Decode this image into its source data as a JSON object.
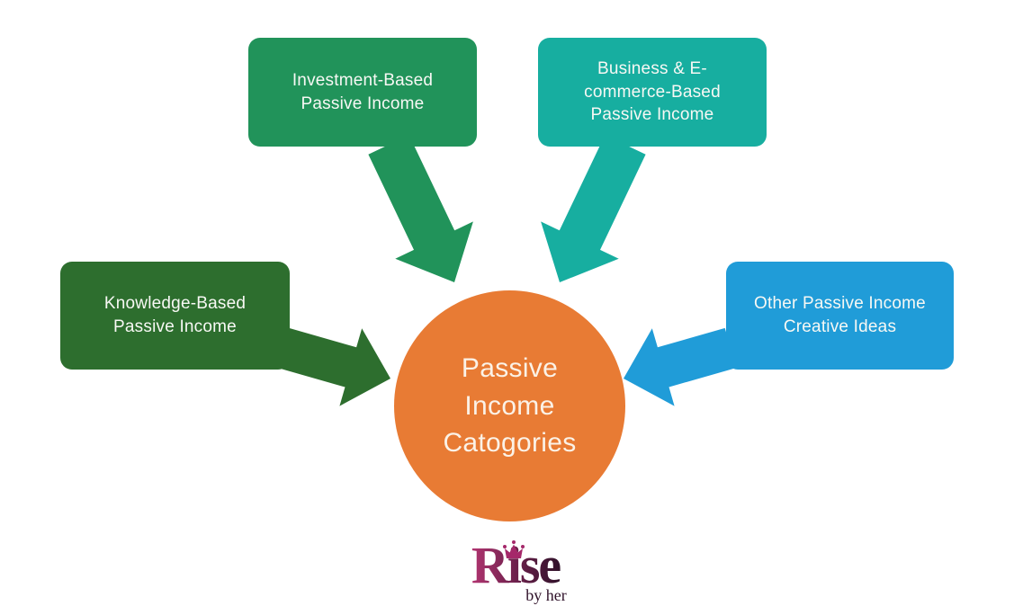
{
  "page": {
    "background": "#FFFFFF"
  },
  "center": {
    "label": "Passive Income Catogories",
    "color": "#E87B34",
    "text_color": "#FBF2E7"
  },
  "node_text_color": "#F7F8F4",
  "categories": [
    {
      "id": "investment",
      "label": "Investment-Based Passive Income",
      "color": "#21935A",
      "position": "top-left"
    },
    {
      "id": "business",
      "label": "Business & E-commerce-Based Passive Income",
      "color": "#17AEA0",
      "position": "top-right"
    },
    {
      "id": "knowledge",
      "label": "Knowledge-Based Passive Income",
      "color": "#2D6E2E",
      "position": "middle-left"
    },
    {
      "id": "other",
      "label": "Other Passive Income Creative Ideas",
      "color": "#209CD8",
      "position": "middle-right"
    }
  ],
  "logo": {
    "brand": "Rise",
    "tagline": "by her",
    "crown_icon": "crown",
    "crown_color": "#A5286A",
    "gradient_start": "#B23571",
    "gradient_mid": "#73224F",
    "gradient_end": "#2F1129",
    "tagline_color": "#2F1129"
  }
}
